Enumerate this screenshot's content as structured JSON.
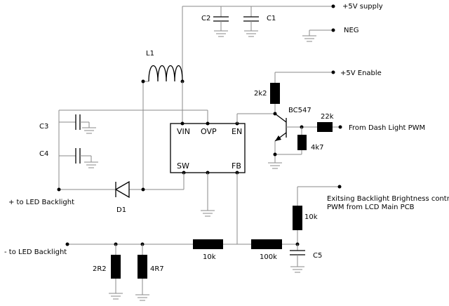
{
  "labels": {
    "supply": "+5V supply",
    "neg": "NEG",
    "enable": "+5V Enable",
    "dash_pwm": "From Dash Light PWM",
    "existing_1": "Exitsing Backlight Brightness control",
    "existing_2": "PWM from LCD Main PCB",
    "led_plus": "+ to LED Backlight",
    "led_minus": "- to LED Backlight"
  },
  "components": {
    "c1": "C1",
    "c2": "C2",
    "c3": "C3",
    "c4": "C4",
    "c5": "C5",
    "l1": "L1",
    "d1": "D1",
    "q1": "BC547",
    "r_2k2": "2k2",
    "r_22k": "22k",
    "r_4k7": "4k7",
    "r_10k_top": "10k",
    "r_10k_bottom": "10k",
    "r_100k": "100k",
    "r_2r2": "2R2",
    "r_4r7": "4R7"
  },
  "ic_pins": {
    "vin": "VIN",
    "ovp": "OVP",
    "en": "EN",
    "sw": "SW",
    "fb": "FB"
  }
}
